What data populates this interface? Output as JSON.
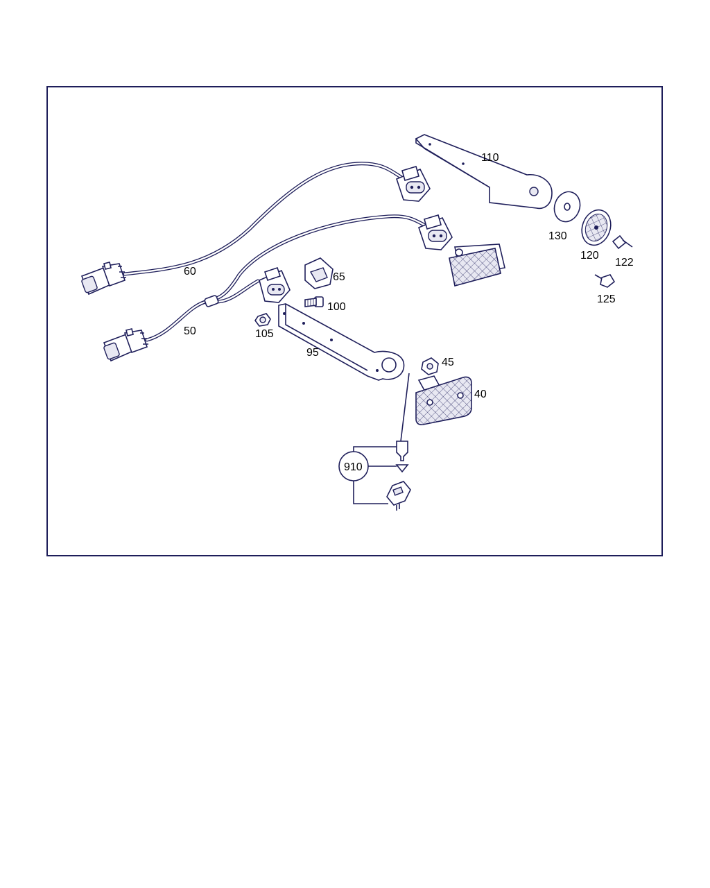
{
  "parts": {
    "p60": "60",
    "p50": "50",
    "p65": "65",
    "p100": "100",
    "p105": "105",
    "p95": "95",
    "p110": "110",
    "p130": "130",
    "p120": "120",
    "p122": "122",
    "p125": "125",
    "p45": "45",
    "p40": "40",
    "p910": "910"
  },
  "colors": {
    "line": "#1e1e5a",
    "background": "#ffffff"
  }
}
